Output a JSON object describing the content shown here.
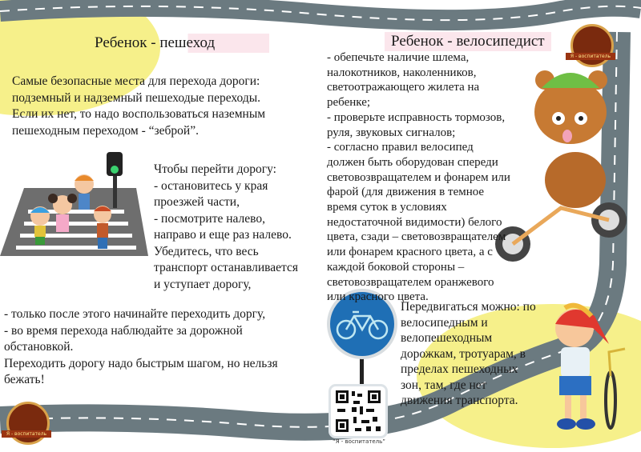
{
  "left": {
    "title": "Ребенок - пешеход",
    "intro": "Самые безопасные места для перехода дороги:\nподземный и надземный пешеходые переходы.\nЕсли их нет, то надо воспользоваться наземным\nпешеходным переходом - “зеброй”.",
    "steps": "Чтобы перейти дорогу:\n- остановитесь у края\nпроезжей части,\n- посмотрите налево,\nнаправо и еще раз налево.\nУбедитесь, что весь\nтранспорт останавливается\nи уступает дорогу,",
    "outro": "- только после этого начинайте переходить доргу,\n- во время перехода наблюдайте за дорожной\nобстановкой.\nПереходить дорогу надо быстрым шагом, но нельзя\nбежать!"
  },
  "right": {
    "title": "Ребенок - велосипедист",
    "rules": "- обепечьте наличие шлема,\nналокотников, наколенников,\nсветоотражающего жилета на\nребенке;\n- проверьте исправность тормозов,\nруля, звуковых сигналов;\n- согласно правил велосипед\nдолжен быть оборудован спереди\nсветовозвращателем и фонарем или\nфарой (для движения в темное\nвремя суток в условиях\nнедостаточной видимости) белого\nцвета, сзади – световозвращателем\nили фонарем красного цвета, а с\nкаждой боковой стороны –\nсветовозвращателем оранжевого\nили красного цвета.",
    "where": "Передвигаться можно: по\nвелосипедным  и\nвелопешеходным\nдорожкам, тротуарам, в\nпределах пешеходных\nзон, там, где нет\nдвижения транспорта."
  },
  "branding": {
    "logo_text": "Я - воспитатель",
    "qr_caption": "“Я - воспитатель”"
  },
  "colors": {
    "road": "#6b7a80",
    "yellow": "#f6f08a",
    "pink": "#fbe6ec",
    "sign": "#1f6fb5"
  }
}
